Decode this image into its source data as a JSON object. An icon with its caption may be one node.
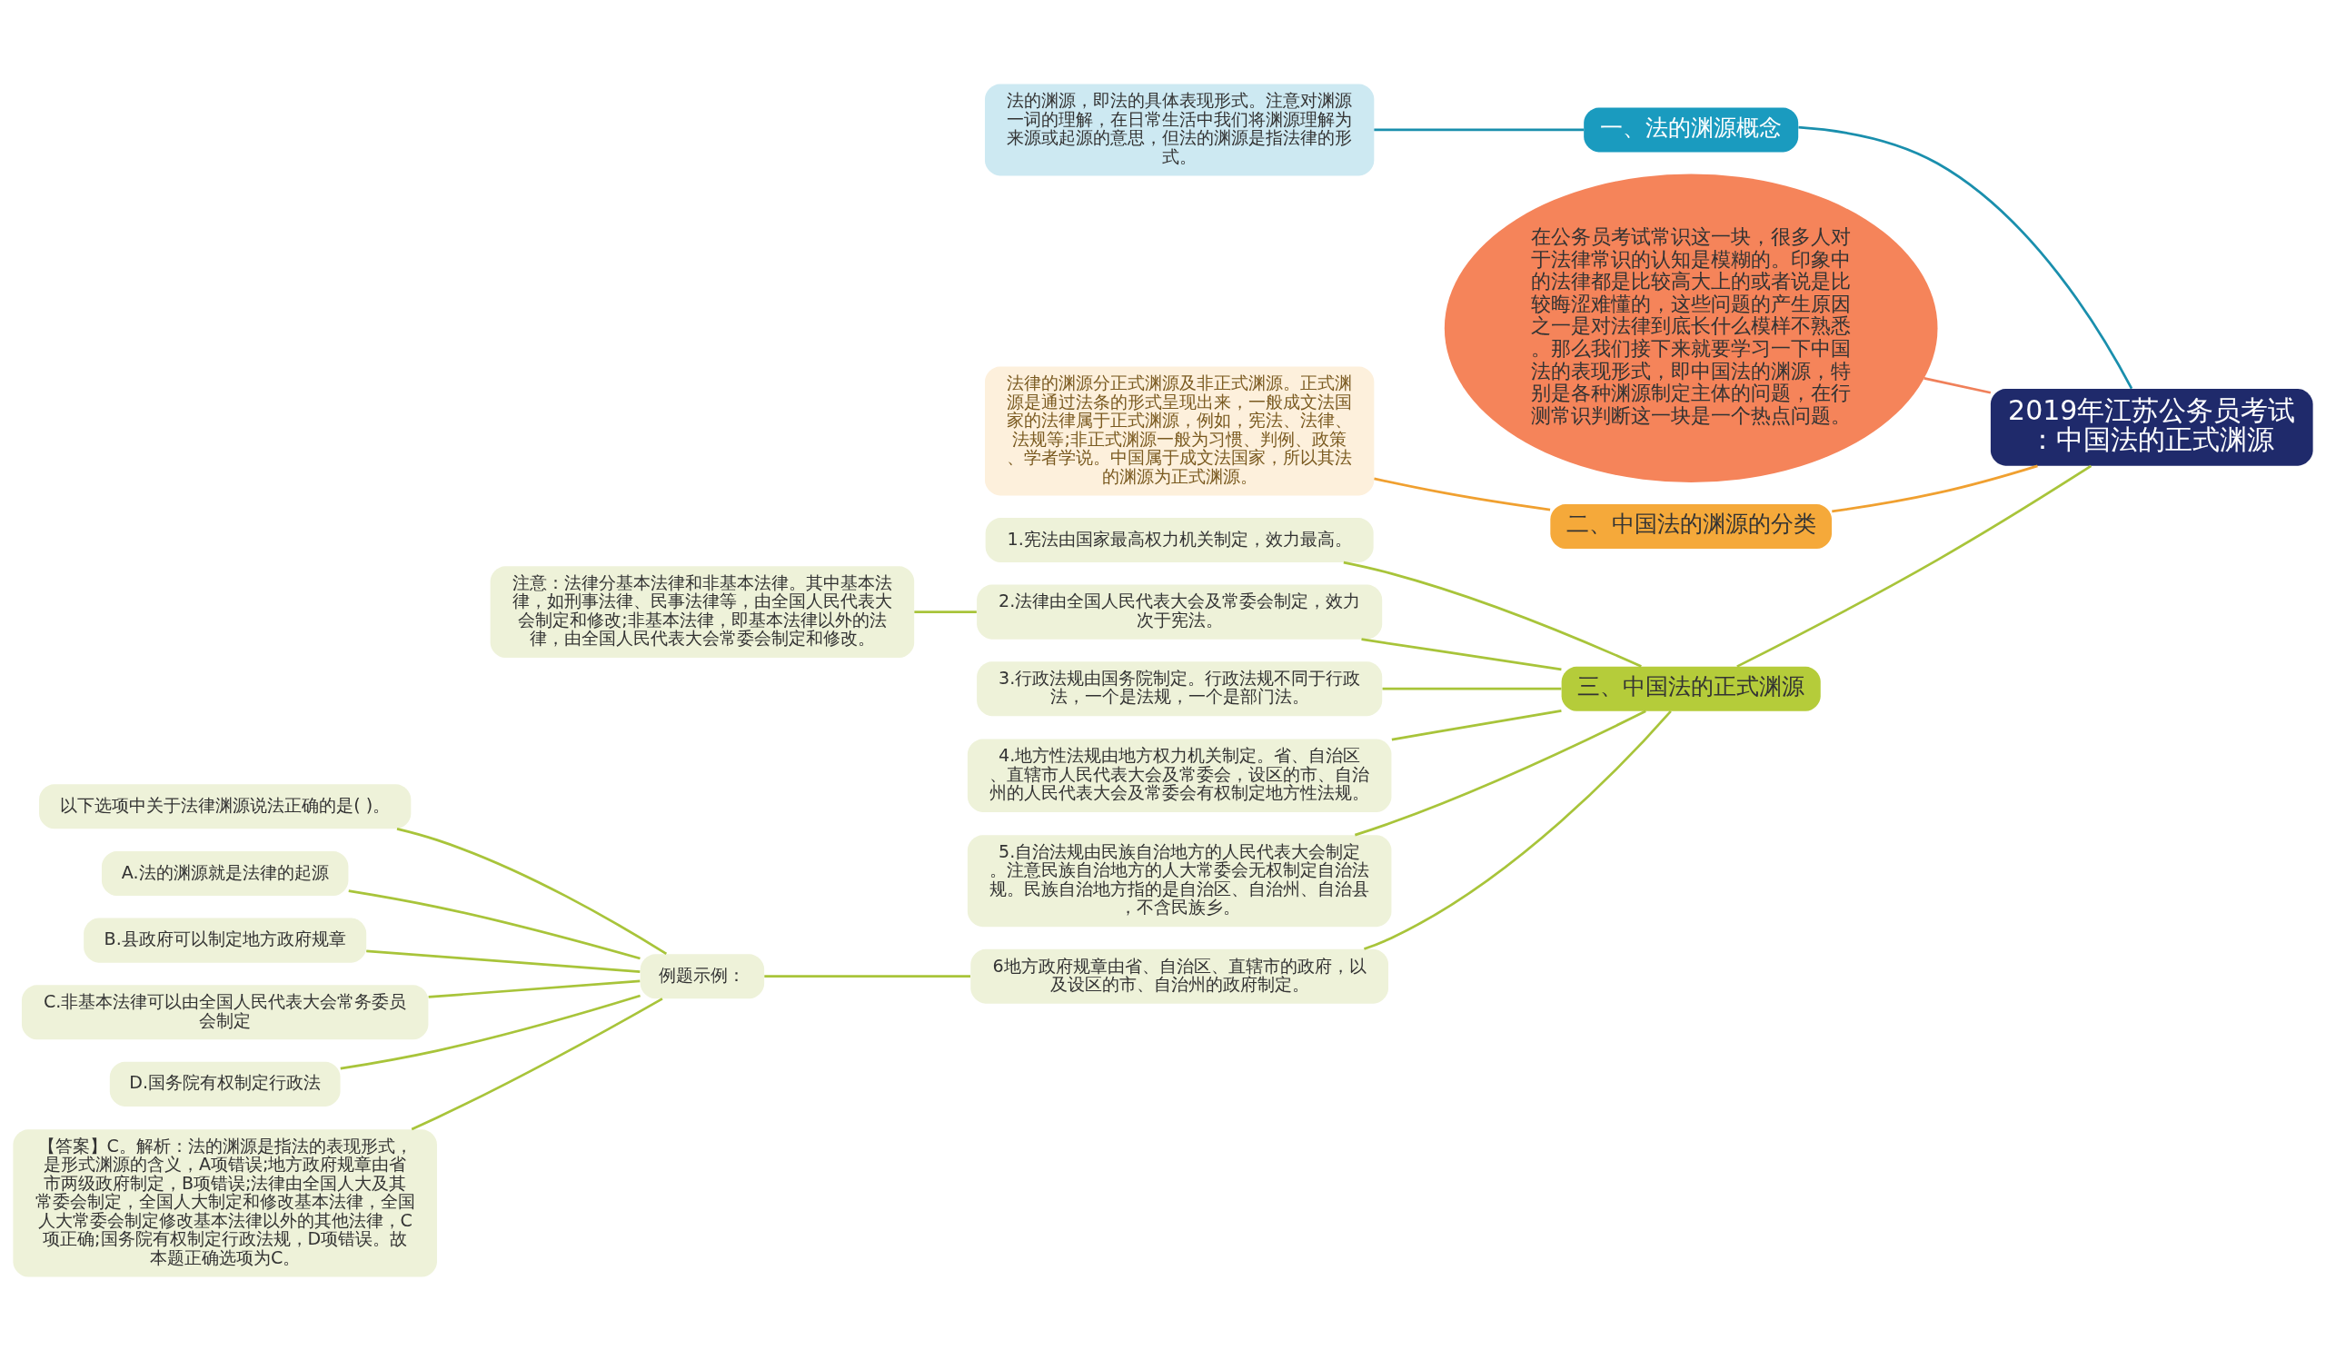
{
  "diagram": {
    "nodes": [
      {
        "text": [
          "2019年江苏公务员考试：中国法的正式渊源"
        ]
      },
      {
        "text": [
          "一、法的渊源概念"
        ]
      },
      {
        "text": [
          "法的渊源，即法的具体表现形式。注意对渊源一词的理解，在日常生活中我们将渊源理解为来源或起源的意思，但法的渊源是指法律的形式。"
        ]
      },
      {
        "text": [
          "在公务员考试常识这一块，很多人对于法律常识的认知是模糊的。印象中的法律都是比较高大上的或者说是比较晦涩难懂的，这些问题的产生原因之一是对法律到底长什么模样不熟悉。那么我们接下来就要学习一下中国法的表现形式，即中国法的渊源，特别是各种渊源制定主体的问题，在行测常识判断这一块是一个热点问题。"
        ]
      },
      {
        "text": [
          "二、中国法的渊源的分类"
        ]
      },
      {
        "text": [
          "法律的渊源分正式渊源及非正式渊源。正式渊源是通过法条的形式呈现出来，一般成文法国家的法律属于正式渊源，例如，宪法、法律、法规等;非正式渊源一般为习惯、判例、政策、学者学说。中国属于成文法国家，所以其法的渊源为正式渊源。"
        ]
      },
      {
        "text": [
          "三、中国法的正式渊源"
        ]
      },
      {
        "text": [
          "1.宪法由国家最高权力机关制定，效力最高。"
        ]
      },
      {
        "text": [
          "2.法律由全国人民代表大会及常委会制定，效力次于宪法。"
        ]
      },
      {
        "text": [
          "注意：法律分基本法律和非基本法律。其中基本法律，如刑事法律、民事法律等，由全国人民代表大会制定和修改;非基本法律，即基本法律以外的法律，由全国人民代表大会常委会制定和修改。"
        ]
      },
      {
        "text": [
          "3.行政法规由国务院制定。行政法规不同于行政法，一个是法规，一个是部门法。"
        ]
      },
      {
        "text": [
          "4.地方性法规由地方权力机关制定。省、自治区、直辖市人民代表大会及常委会，设区的市、自治州的人民代表大会及常委会有权制定地方性法规。"
        ]
      },
      {
        "text": [
          "5.自治法规由民族自治地方的人民代表大会制定。注意民族自治地方的人大常委会无权制定自治法规。民族自治地方指的是自治区、自治州、自治县，不含民族乡。"
        ]
      },
      {
        "text": [
          "6地方政府规章由省、自治区、直辖市的政府，以及设区的市、自治州的政府制定。"
        ]
      },
      {
        "text": [
          "例题示例："
        ]
      },
      {
        "text": [
          "以下选项中关于法律渊源说法正确的是( )。"
        ]
      },
      {
        "text": [
          "A.法的渊源就是法律的起源"
        ]
      },
      {
        "text": [
          "B.县政府可以制定地方政府规章"
        ]
      },
      {
        "text": [
          "C.非基本法律可以由全国人民代表大会常务委员会制定"
        ]
      },
      {
        "text": [
          "D.国务院有权制定行政法"
        ]
      },
      {
        "text": [
          "【答案】C。解析：法的渊源是指法的表现形式，是形式渊源的含义，A项错误;地方政府规章由省市两级政府制定，B项错误;法律由全国人大及其常委会制定，全国人大制定和修改基本法律，全国人大常委会制定修改基本法律以外的其他法律，C项正确;国务院有权制定行政法规，D项错误。故本题正确选项为C。"
        ]
      }
    ],
    "edges": [
      {
        "from": 0,
        "to": 1,
        "arrow": "none",
        "color": "#1a8fad"
      },
      {
        "from": 1,
        "to": 2,
        "arrow": "none",
        "color": "#1a8fad"
      },
      {
        "from": 0,
        "to": 3,
        "arrow": "none",
        "color": "#f0805a"
      },
      {
        "from": 0,
        "to": 4,
        "arrow": "none",
        "color": "#f0a030"
      },
      {
        "from": 4,
        "to": 5,
        "arrow": "none",
        "color": "#f0a030"
      },
      {
        "from": 0,
        "to": 6,
        "arrow": "none"
      },
      {
        "from": 6,
        "to": 7,
        "arrow": "none"
      },
      {
        "from": 6,
        "to": 8,
        "arrow": "none"
      },
      {
        "from": 8,
        "to": 9,
        "arrow": "none"
      },
      {
        "from": 6,
        "to": 10,
        "arrow": "none"
      },
      {
        "from": 6,
        "to": 11,
        "arrow": "none"
      },
      {
        "from": 6,
        "to": 12,
        "arrow": "none"
      },
      {
        "from": 6,
        "to": 13,
        "arrow": "none"
      },
      {
        "from": 13,
        "to": 14,
        "arrow": "none"
      },
      {
        "from": 14,
        "to": 15,
        "arrow": "none"
      },
      {
        "from": 14,
        "to": 16,
        "arrow": "none"
      },
      {
        "from": 14,
        "to": 17,
        "arrow": "none"
      },
      {
        "from": 14,
        "to": 18,
        "arrow": "none"
      },
      {
        "from": 14,
        "to": 19,
        "arrow": "none"
      },
      {
        "from": 14,
        "to": 20,
        "arrow": "none"
      }
    ]
  }
}
